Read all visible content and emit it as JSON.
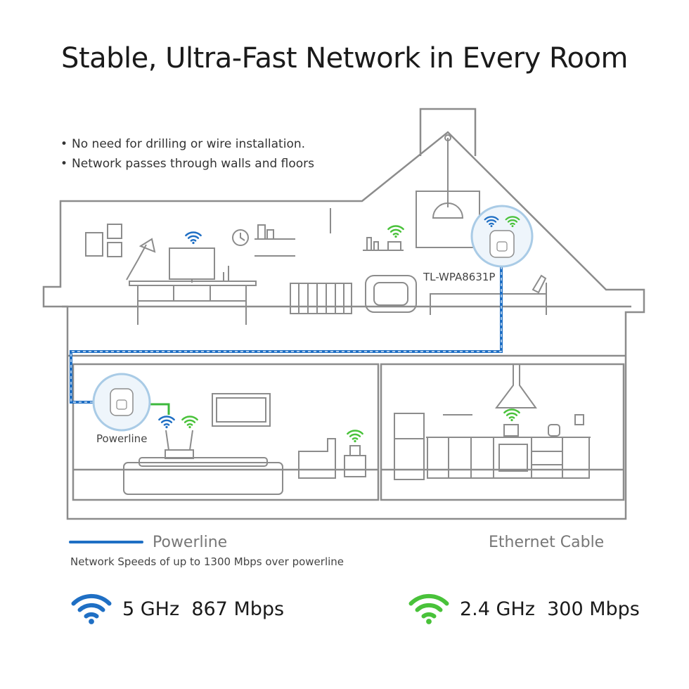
{
  "title": "Stable, Ultra-Fast Network in Every Room",
  "bullets": [
    "No need for drilling or wire installation.",
    "Network passes through walls and floors"
  ],
  "devices": {
    "extender_label": "TL-WPA8631P",
    "powerline_label": "Powerline"
  },
  "legend": {
    "powerline": {
      "label": "Powerline",
      "color": "#1f6fc4"
    },
    "ethernet": {
      "label": "Ethernet Cable",
      "color": "#3cb83c"
    },
    "note": "Network Speeds of up to 1300 Mbps over powerline"
  },
  "bands": [
    {
      "text": "5 GHz  867 Mbps",
      "color": "#1f6fc4",
      "icon": "wifi-icon"
    },
    {
      "text": "2.4 GHz  300 Mbps",
      "color": "#49c23a",
      "icon": "wifi-icon"
    }
  ]
}
